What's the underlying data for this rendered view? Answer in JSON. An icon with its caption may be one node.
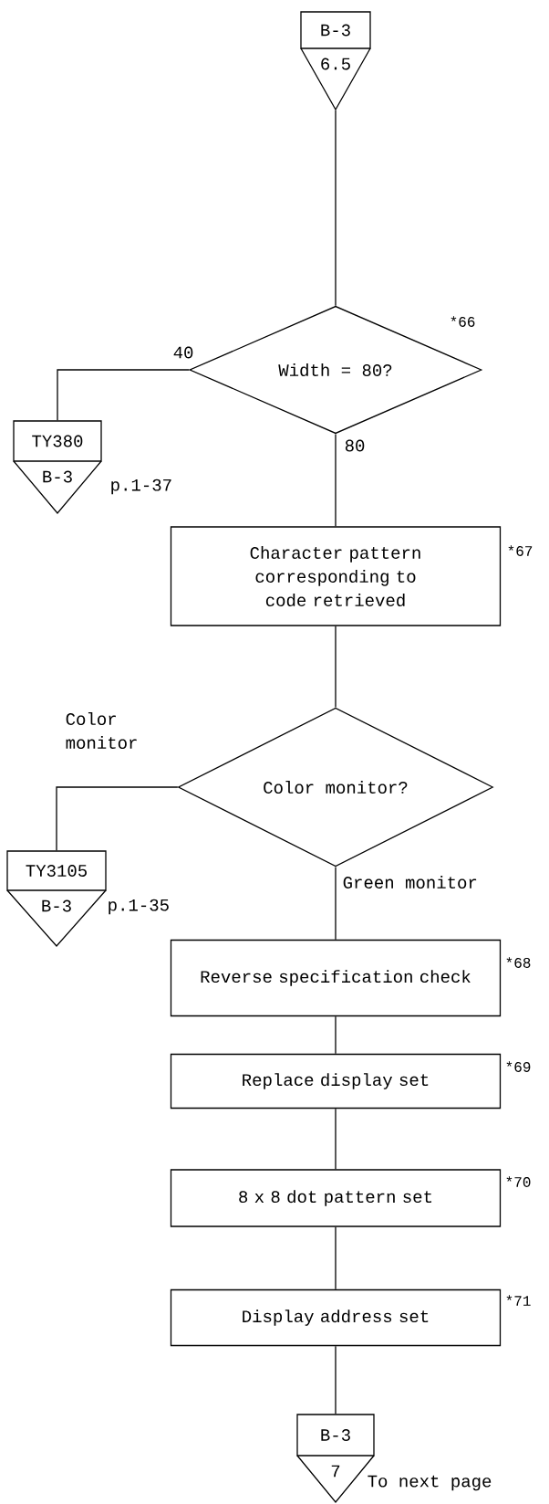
{
  "diagram": {
    "nodes": [
      {
        "text": [
          "B-3",
          "6.5"
        ]
      },
      {
        "text": [
          "Width = 80?"
        ],
        "beside": [
          "*66"
        ]
      },
      {
        "text": [
          "TY380",
          "B-3"
        ],
        "beside": [
          "p.1-37"
        ]
      },
      {
        "text": [
          "Character pattern corresponding to code retrieved"
        ],
        "beside": [
          "*67"
        ]
      },
      {
        "text": [
          "Color monitor?"
        ]
      },
      {
        "text": [
          "TY3105",
          "B-3"
        ],
        "beside": [
          "p.1-35"
        ]
      },
      {
        "text": [
          "Reverse specification check"
        ],
        "beside": [
          "*68"
        ]
      },
      {
        "text": [
          "Replace display set"
        ],
        "beside": [
          "*69"
        ]
      },
      {
        "text": [
          "8 x 8 dot pattern set"
        ],
        "beside": [
          "*70"
        ]
      },
      {
        "text": [
          "Display address set"
        ],
        "beside": [
          "*71"
        ]
      },
      {
        "text": [
          "B-3",
          "7"
        ],
        "beside": [
          "To next page"
        ]
      }
    ],
    "edges": [
      {
        "from": 0,
        "to": 1,
        "arrow": "none"
      },
      {
        "from": 1,
        "to": 2,
        "arrow": "none",
        "label": "40"
      },
      {
        "from": 1,
        "to": 3,
        "arrow": "none",
        "label": "80"
      },
      {
        "from": 3,
        "to": 4,
        "arrow": "none"
      },
      {
        "from": 4,
        "to": 5,
        "arrow": "none",
        "label": "Color monitor"
      },
      {
        "from": 4,
        "to": 6,
        "arrow": "none",
        "label": "Green monitor"
      },
      {
        "from": 6,
        "to": 7,
        "arrow": "none"
      },
      {
        "from": 7,
        "to": 8,
        "arrow": "none"
      },
      {
        "from": 8,
        "to": 9,
        "arrow": "none"
      },
      {
        "from": 9,
        "to": 10,
        "arrow": "none"
      }
    ]
  }
}
